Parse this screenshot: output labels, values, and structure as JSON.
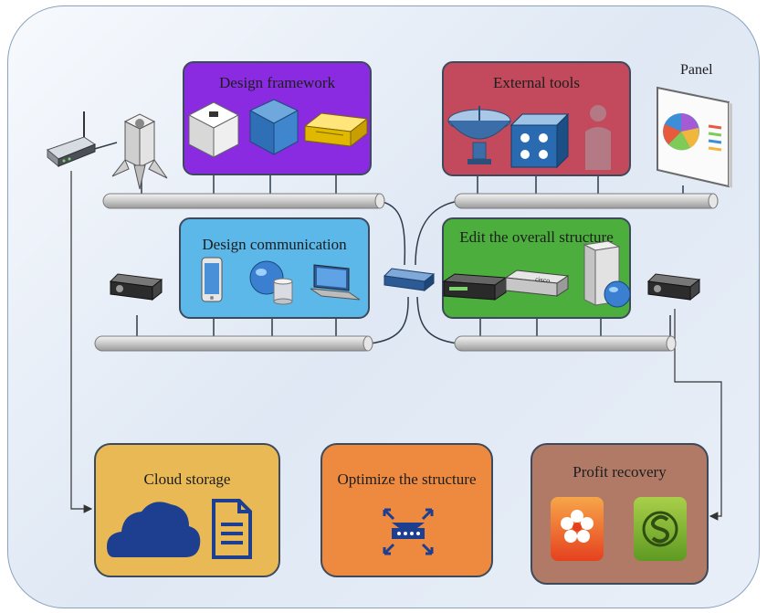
{
  "diagram": {
    "top_left_box": {
      "title": "Design framework",
      "color": "#8a2be2"
    },
    "top_right_box": {
      "title": "External tools",
      "color": "#c24a5c"
    },
    "panel": {
      "title": "Panel"
    },
    "mid_left_box": {
      "title": "Design communication",
      "color": "#5bb8e8"
    },
    "mid_right_box": {
      "title": "Edit the overall structure",
      "color": "#4cae3c"
    },
    "bottom_left_box": {
      "title": "Cloud storage",
      "color": "#e8b955"
    },
    "bottom_center_box": {
      "title": "Optimize the structure",
      "color": "#ed8a3f"
    },
    "bottom_right_box": {
      "title": "Profit recovery",
      "color": "#b07a66"
    }
  },
  "icons": [
    "wireless-router-icon",
    "tower-server-icon",
    "white-cube-icon",
    "blue-cube-icon",
    "gold-bar-icon",
    "satellite-dish-icon",
    "switch-cube-icon",
    "person-silhouette-icon",
    "pie-chart-panel-icon",
    "projector-icon",
    "tablet-icon",
    "globe-database-icon",
    "laptop-icon",
    "network-switch-icon",
    "rack-server-icon",
    "rack-unit-icon",
    "server-globe-icon",
    "cloud-icon",
    "document-icon",
    "router-arrows-icon",
    "flower-app-icon",
    "s-app-icon"
  ]
}
